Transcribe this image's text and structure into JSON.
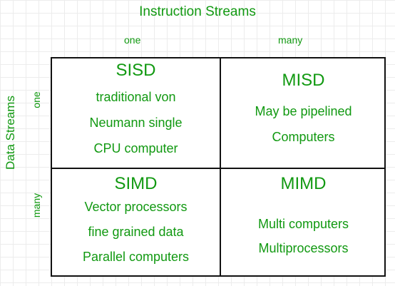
{
  "title": "Instruction Streams",
  "column_headers": [
    "one",
    "many"
  ],
  "row_axis_label": "Data Streams",
  "row_headers": [
    "one",
    "many"
  ],
  "cells": {
    "sisd": {
      "name": "SISD",
      "lines": [
        "traditional von",
        "Neumann single",
        "CPU computer"
      ]
    },
    "misd": {
      "name": "MISD",
      "lines": [
        "May be pipelined",
        "Computers"
      ]
    },
    "simd": {
      "name": "SIMD",
      "lines": [
        "Vector processors",
        "fine grained data",
        "Parallel computers"
      ]
    },
    "mimd": {
      "name": "MIMD",
      "lines": [
        "Multi computers",
        "Multiprocessors"
      ]
    }
  },
  "colors": {
    "text": "#119911",
    "border": "#111111",
    "gridline": "#ececec"
  }
}
